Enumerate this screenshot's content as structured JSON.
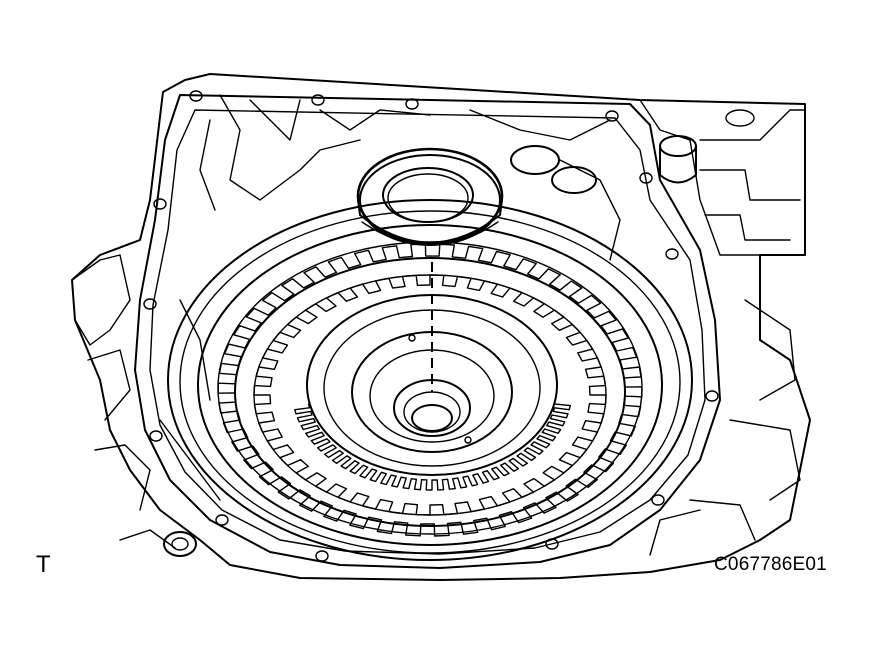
{
  "figure": {
    "view_mark": "T",
    "figure_code": "C067786E01"
  },
  "drawing": {
    "subject": "transaxle-case-clutch-pack",
    "line_color": "#000000",
    "background": "#ffffff"
  }
}
